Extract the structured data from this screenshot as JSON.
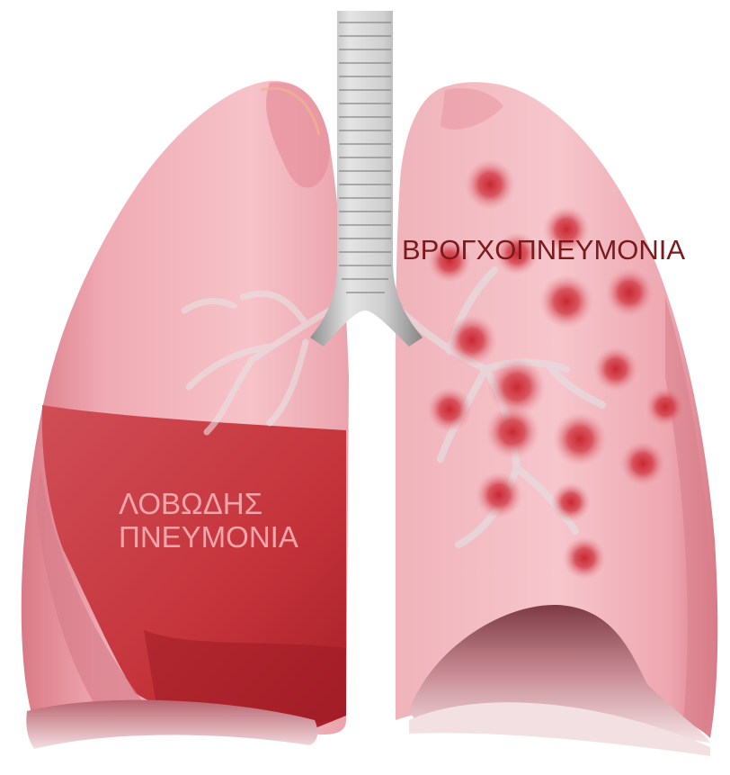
{
  "labels": {
    "bronchopneumonia": "ΒΡΟΓΧΟΠΝΕΥΜΟΝΙΑ",
    "lobar_line1": "ΛΟΒΩΔΗΣ",
    "lobar_line2": "ΠΝΕΥΜΟΝΙΑ"
  },
  "colors": {
    "lung_light": "#f3b6bd",
    "lung_mid": "#e9939d",
    "lung_dark": "#c9606c",
    "consolidation": "#c53238",
    "consolidation_dark": "#a81f27",
    "infection_spot": "#cc2a33",
    "trachea": "#b9b9b9",
    "broncho_label": "#7a1a1c",
    "lobar_label": "#f2a6ab"
  }
}
